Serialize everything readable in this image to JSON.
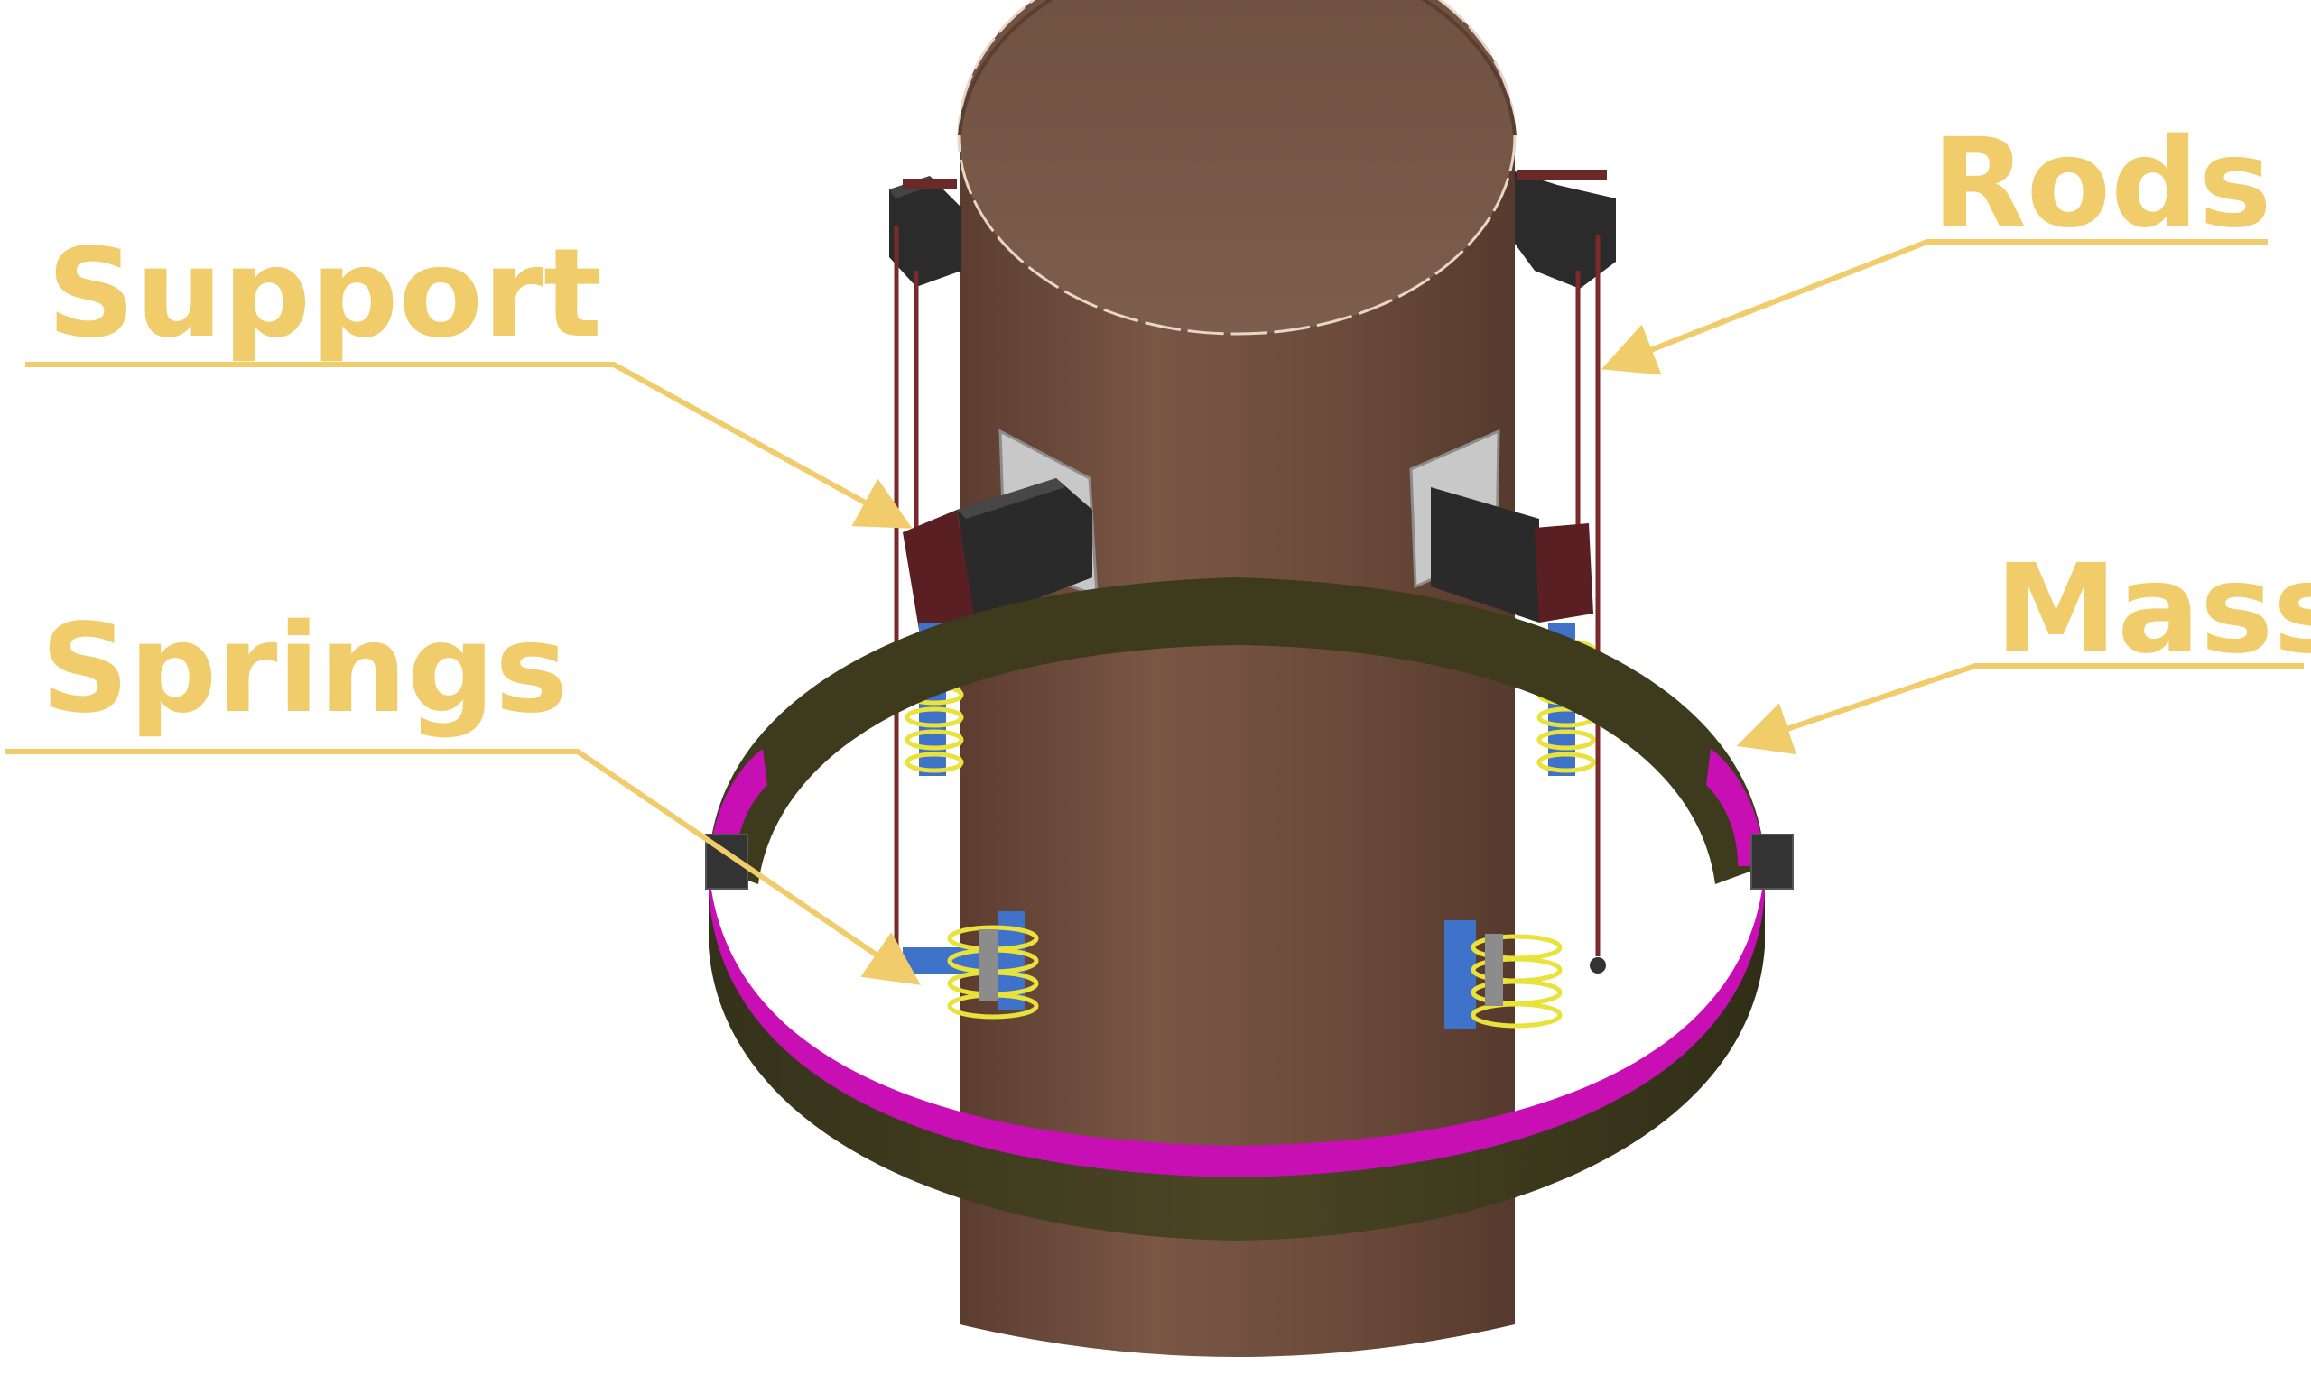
{
  "labels": {
    "support": "Support",
    "rods": "Rods",
    "springs": "Springs",
    "mass": "Mass"
  },
  "colors": {
    "label": "#f0cc6a",
    "tower": "#6e4c3c",
    "tower_dark": "#523629",
    "ring_band": "#3d3a1e",
    "ring_band_light": "#4f4a26",
    "ring_stripe": "#c80fb4",
    "support_block": "#2b2b2b",
    "support_cap": "#5a1f22",
    "plate": "#c8c8c8",
    "spring": "#e9e23a",
    "spring_bracket": "#3f73c9",
    "rod": "#7a2a2a"
  }
}
